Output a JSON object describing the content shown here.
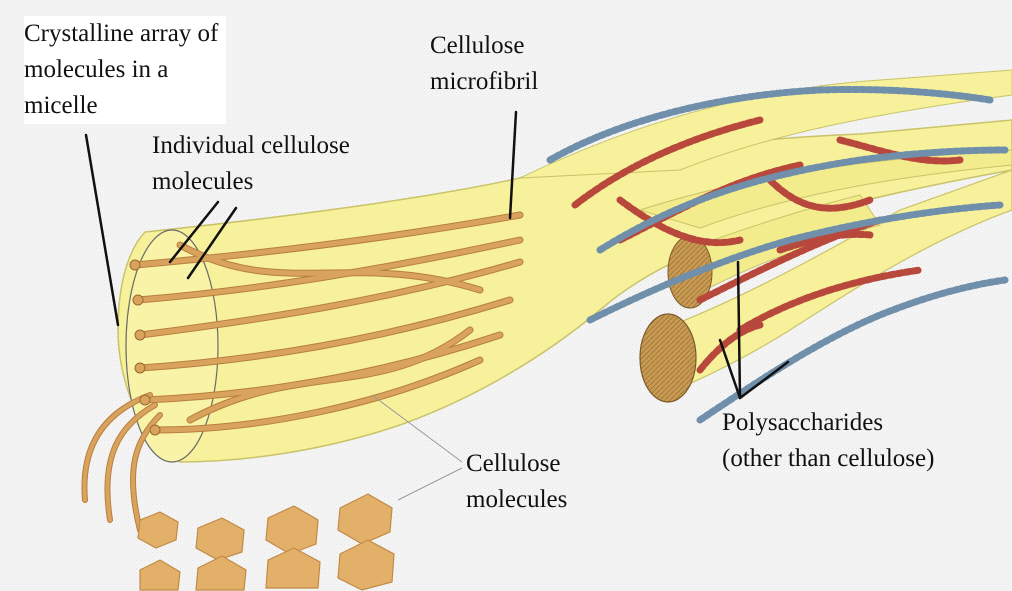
{
  "diagram": {
    "labels": {
      "crystalline_array": [
        "Crystalline array of",
        "molecules in a",
        "micelle"
      ],
      "microfibril": [
        "Cellulose",
        "microfibril"
      ],
      "individual_molecules": [
        "Individual cellulose",
        "molecules"
      ],
      "cellulose_molecules": [
        "Cellulose",
        "molecules"
      ],
      "polysaccharides": [
        "Polysaccharides",
        "(other than cellulose)"
      ]
    },
    "colors": {
      "background": "#f4f4f4",
      "microfibril_fill": "#f6f19a",
      "microfibril_edge": "#c9c36a",
      "cellulose_strand": "#d9a35e",
      "strand_shadow": "#b77f3e",
      "polysaccharide_red": "#b8473c",
      "polysaccharide_blue": "#6f8faa",
      "glucose_ring": "#e3b06a",
      "leader_line": "#111111"
    }
  }
}
